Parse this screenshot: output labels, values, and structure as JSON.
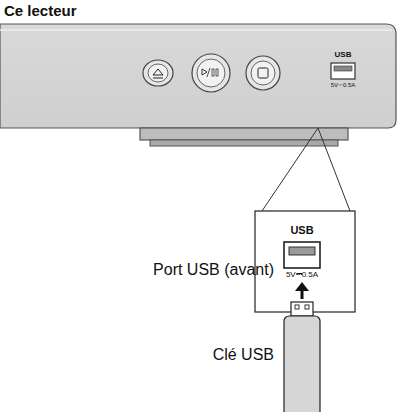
{
  "diagram": {
    "title": "Ce lecteur",
    "labels": [
      "USB",
      "5V⎓0.5A",
      "USB",
      "5V⎓0.5A",
      "Port USB (avant)",
      "Clé USB"
    ]
  }
}
